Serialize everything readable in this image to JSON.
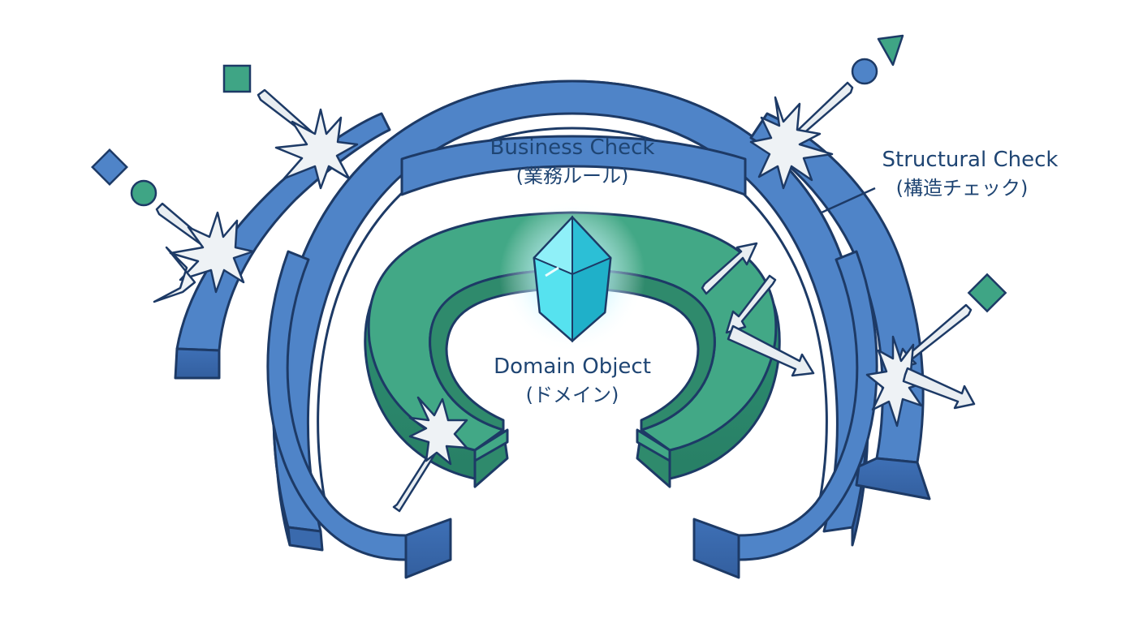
{
  "labels": {
    "business": {
      "title": "Business Check",
      "subtitle": "(業務ルール)"
    },
    "structural": {
      "title": "Structural Check",
      "subtitle": "(構造チェック)"
    },
    "domain": {
      "title": "Domain Object",
      "subtitle": "(ドメイン)"
    }
  },
  "colors": {
    "blue_ring": "#4f84c8",
    "blue_ring_dark": "#3a6aad",
    "green_ring": "#42a886",
    "green_ring_dark": "#2f8a6c",
    "outline": "#1d3a66",
    "crystal": "#3fd8e8",
    "glow": "#aef3ff",
    "shape_green": "#3fa585",
    "shape_blue": "#4f84c8",
    "text": "#1f4573"
  },
  "icons": {
    "crystal": "crystal-gem-icon",
    "incoming": [
      "square-icon",
      "circle-icon",
      "triangle-icon"
    ],
    "impact": "impact-burst-icon",
    "arrow": "arrow-icon"
  }
}
